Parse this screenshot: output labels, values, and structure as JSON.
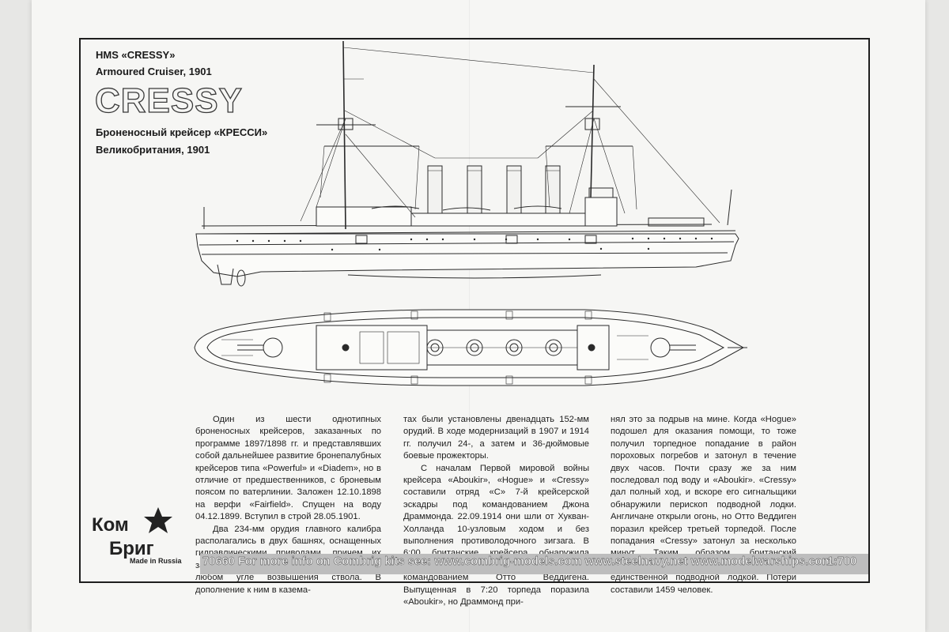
{
  "header": {
    "line1": "HMS «CRESSY»",
    "line2": "Armoured Cruiser, 1901",
    "title": "CRESSY",
    "line3": "Броненосный крейсер «КРЕССИ»",
    "line4": "Великобритания, 1901"
  },
  "text": {
    "col1_p1": "Один из шести однотипных броненосных крейсеров, заказанных по программе 1897/1898 гг. и представлявших собой дальнейшее развитие бронепалубных крейсеров типа «Powerful» и «Diadem», но в отличие от предшественников, с броневым поясом по ватерлинии. Заложен 12.10.1898 на верфи «Fairfield». Спущен на воду 04.12.1899. Вступил в строй 28.05.1901.",
    "col1_p2": "Два 234-мм орудия главного калибра располагались в двух башнях, оснащенных гидравлическими приводами, причем их заряжание могло осуществляться при любом угле возвышения ствола. В дополнение к ним в казема-",
    "col2_p1": "тах были установлены двенадцать 152-мм орудий. В ходе модернизаций в 1907 и 1914 гг. получил 24-, а затем и 36-дюймовые боевые прожекторы.",
    "col2_p2": "С началам Первой мировой войны крейсера «Aboukir», «Hogue» и «Cressy» составили отряд «С» 7-й крейсерской эскадры под командованием Джона Драммонда. 22.09.1914 они шли от Хукван-Холланда 10-узловым ходом и без выполнения противолодочного зигзага. В 6:00 британские крейсера обнаружила немецкая подводная лодка U-9 под командованием Отто Веддигена. Выпущенная в 7:20 торпеда поразила «Aboukir», но Драммонд при-",
    "col3_p1": "нял это за подрыв на мине. Когда «Hogue» подошел для оказания помощи, то тоже получил торпедное попадание в район пороховых погребов и затонул в течение двух часов. Почти сразу же за ним последовал под воду и «Aboukir». «Cressy» дал полный ход, и вскоре его сигнальщики обнаружили перископ подводной лодки. Англичане открыли огонь, но Отто Веддиген поразил крейсер третьей торпедой. После попадания «Cressy» затонул за несколько минут. Таким образом, британский крейсерский отряд был уничтожен единственной подводной лодкой. Потери составили 1459 человек."
  },
  "logo": {
    "line1": "Ком",
    "line2": "Бриг",
    "made_in": "Made in Russia"
  },
  "footer": {
    "text": "70660 For more info on Combrig kits see: www.combrig-models.com www.steelnavy.net www.modelwarships.com",
    "scale": "1:700"
  }
}
